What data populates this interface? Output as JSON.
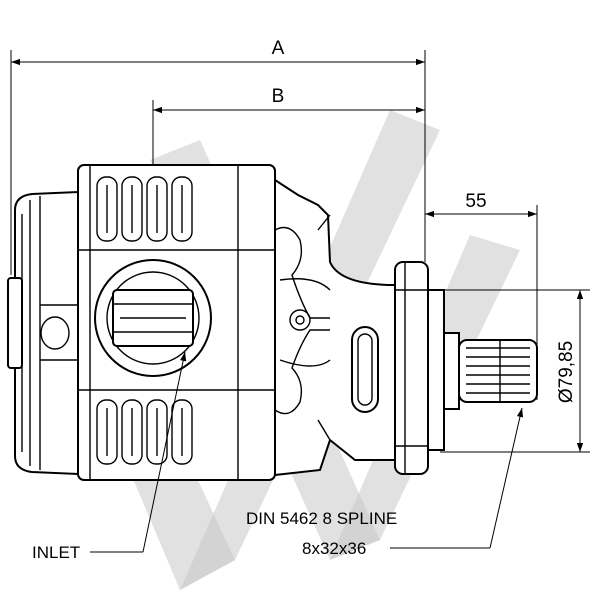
{
  "dimensions": {
    "overall_length_label": "A",
    "inlet_to_mount_label": "B",
    "shaft_length_label": "55",
    "flange_diameter_label": "Ø79,85"
  },
  "callouts": {
    "inlet_label": "INLET",
    "spline_standard": "DIN 5462 8 SPLINE",
    "spline_size": "8x32x36"
  }
}
